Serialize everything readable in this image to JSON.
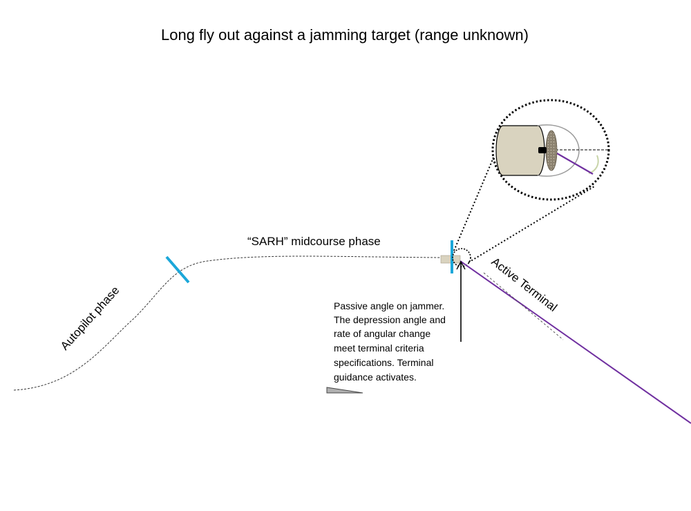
{
  "diagram": {
    "title": "Long fly out against a jamming target (range unknown)",
    "phases": {
      "autopilot": "Autopilot phase",
      "midcourse": "“SARH” midcourse phase",
      "terminal": "Active Terminal"
    },
    "note_lines": [
      "Passive angle on jammer.",
      "The depression angle and",
      "rate of angular change",
      "meet terminal criteria",
      "specifications. Terminal",
      "guidance activates."
    ],
    "colors": {
      "phase_marker": "#1ba7d9",
      "terminal_path": "#7030a0",
      "missile_body": "#d9d3bf",
      "seeker_dish": "#8c8270",
      "gimbal_arc": "#c8d4a8",
      "radome": "#9a9a9a",
      "wedge_fill": "#b0b0b0"
    }
  }
}
